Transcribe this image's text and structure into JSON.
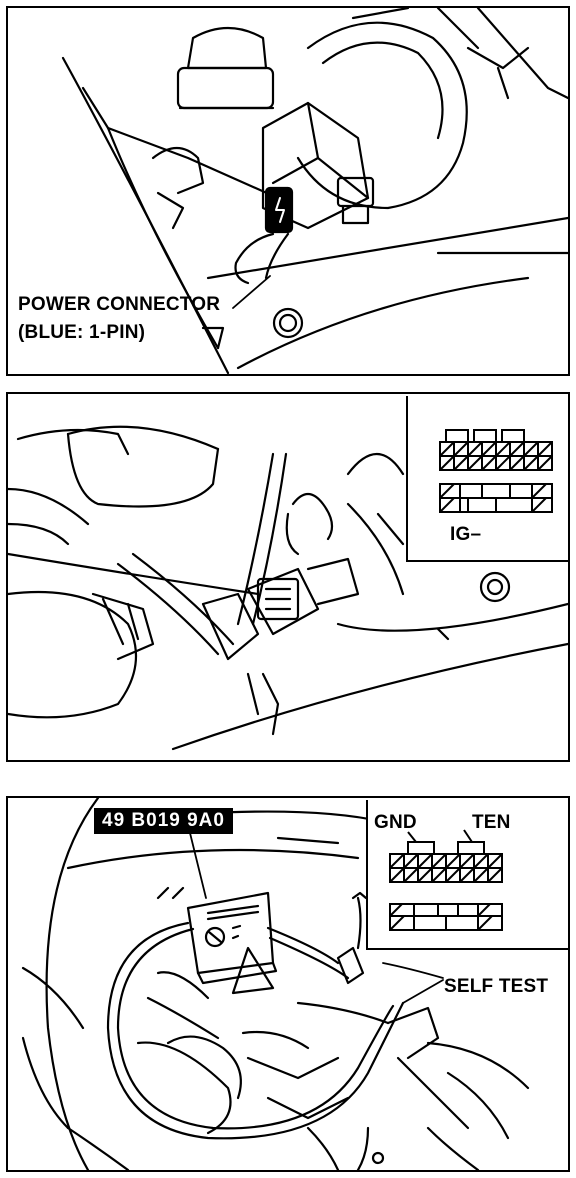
{
  "panels": [
    {
      "labels": {
        "power_connector": "POWER CONNECTOR",
        "power_connector_spec": "(BLUE: 1-PIN)"
      }
    },
    {
      "labels": {
        "ig_minus": "IG–"
      }
    },
    {
      "labels": {
        "tool_number": "49 B019 9A0",
        "gnd": "GND",
        "ten": "TEN",
        "self_test": "SELF TEST"
      }
    }
  ]
}
